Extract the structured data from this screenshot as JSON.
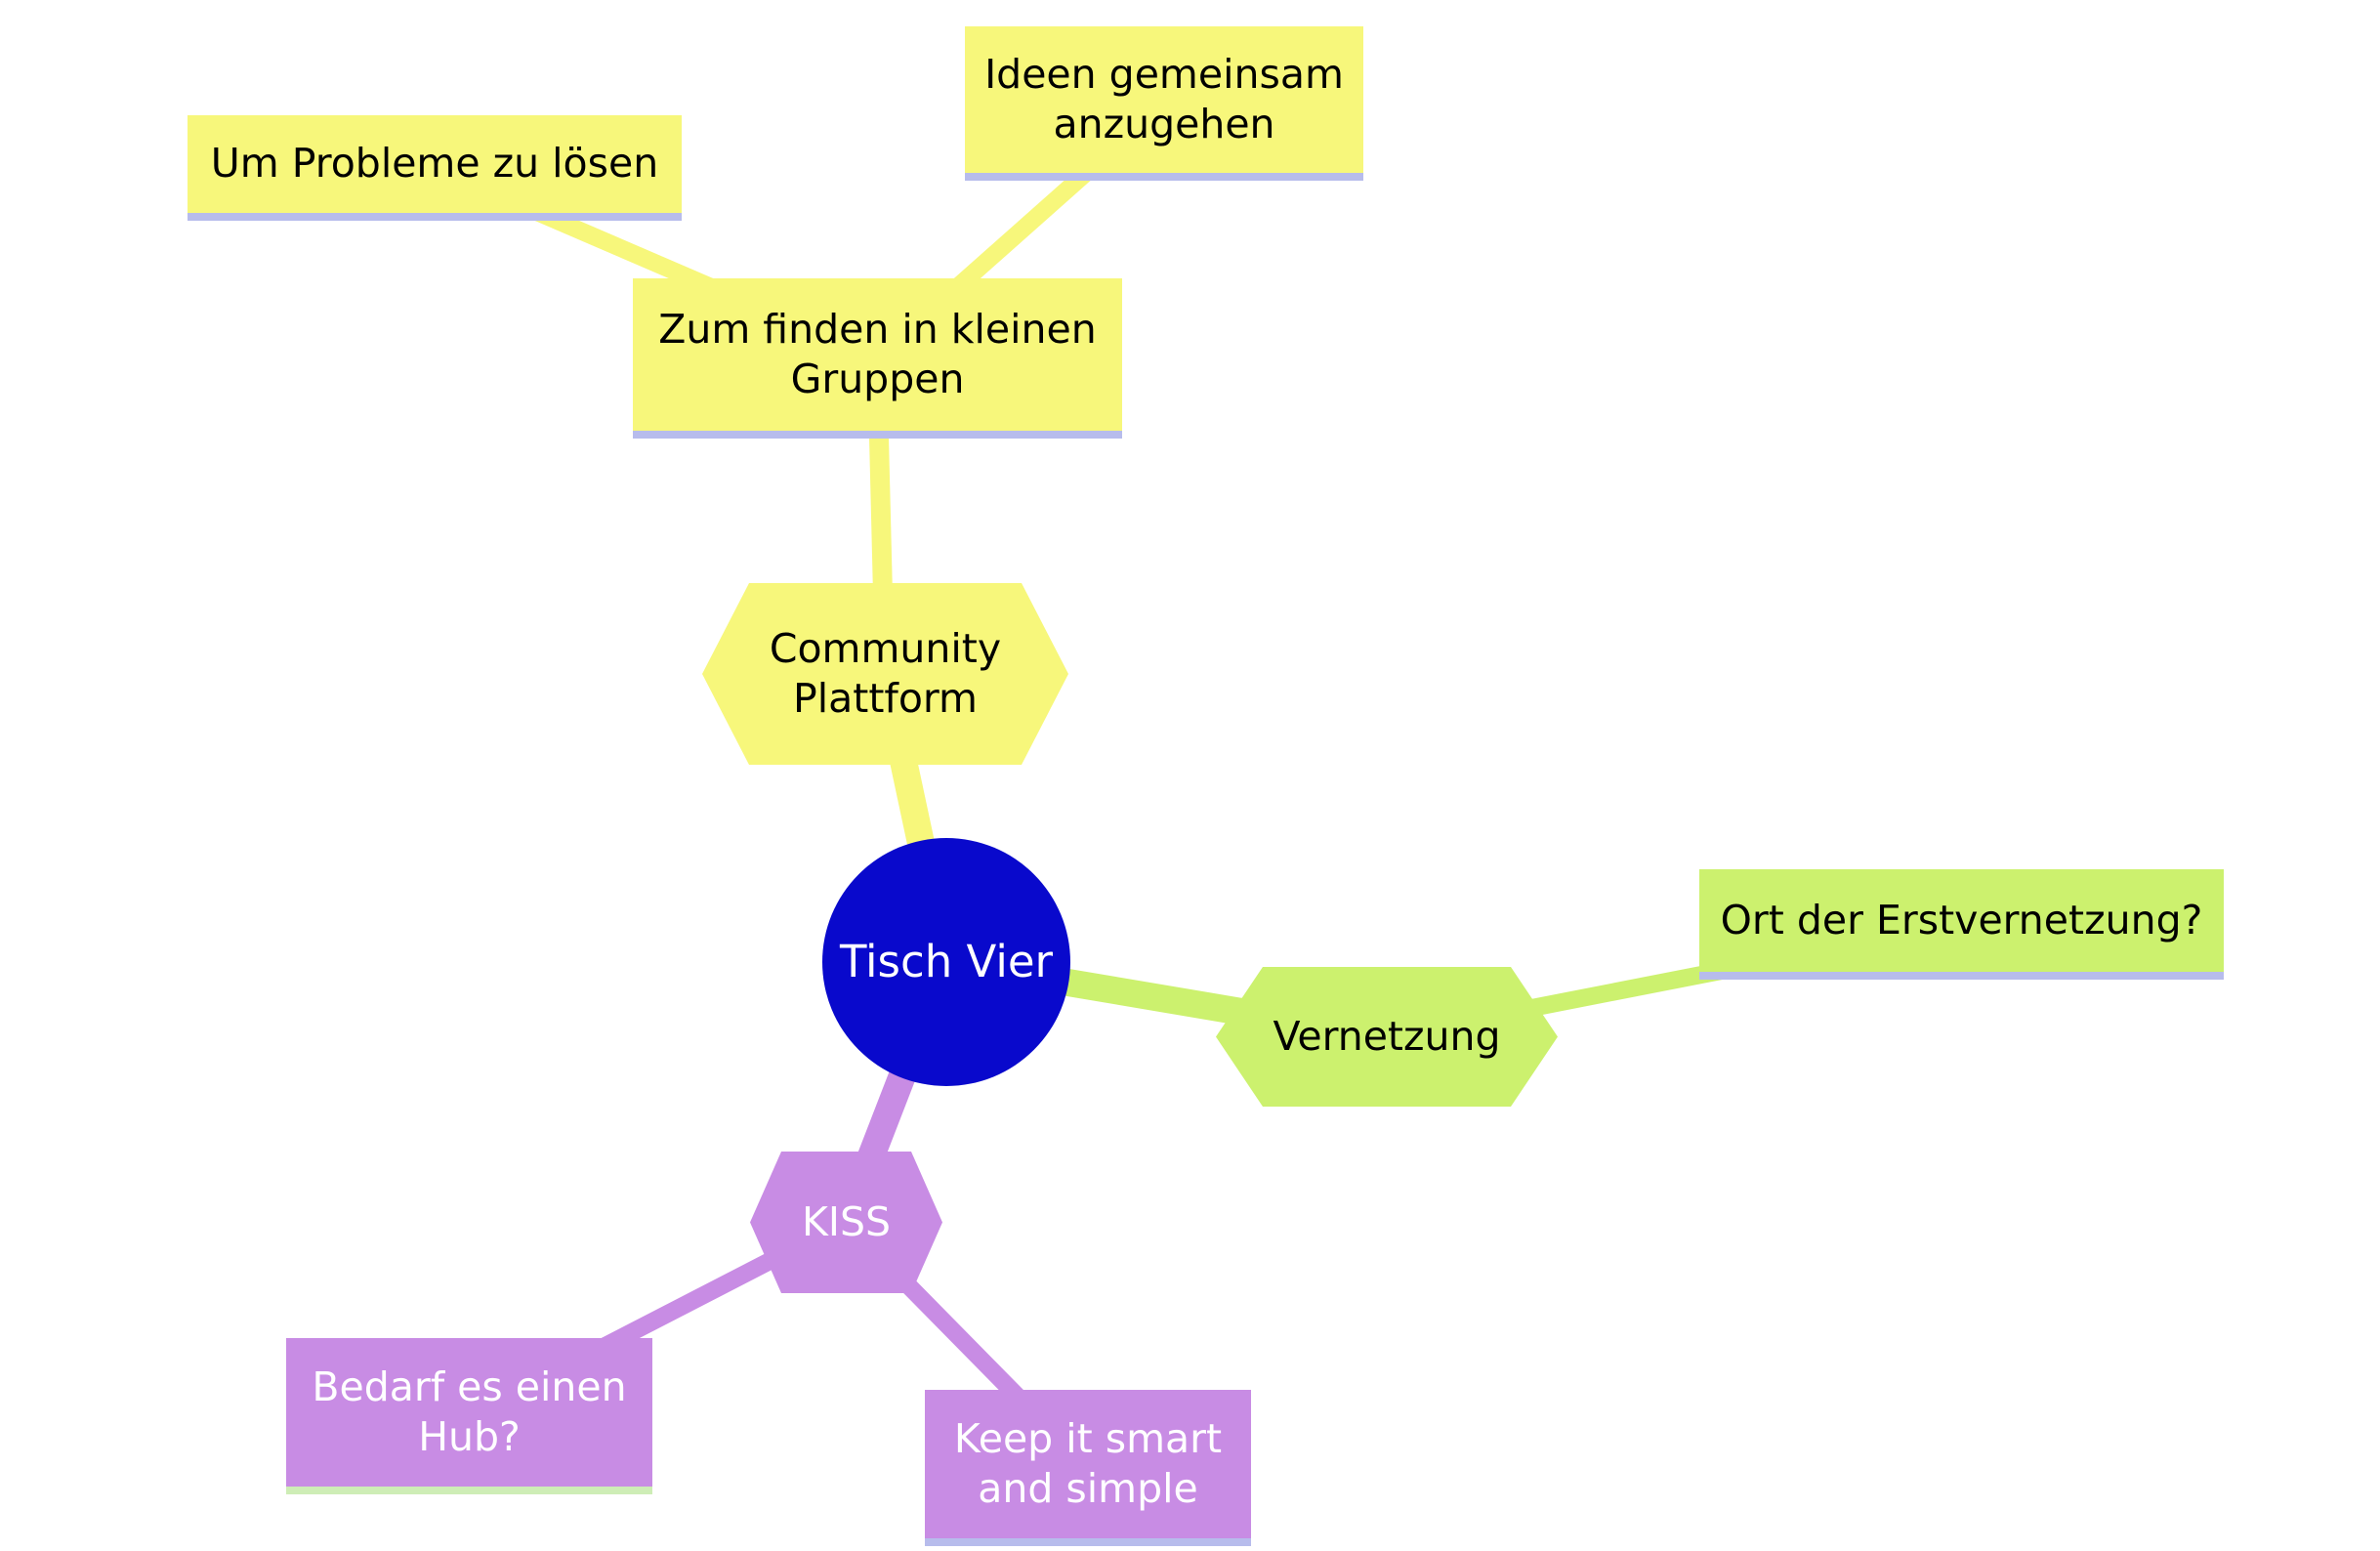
{
  "palette": {
    "branch_yellow": "#f7f77b",
    "branch_green": "#ccf16e",
    "branch_purple": "#c88ce4",
    "root_blue": "#0909cc",
    "underline_lavender": "#b7bcec",
    "underline_pale_green": "#ceedb6",
    "background": "#ffffff"
  },
  "mindmap": {
    "root": {
      "label": "Tisch Vier"
    },
    "branches": {
      "community": {
        "label": "Community Plattform",
        "color": "#f7f77b",
        "children": {
          "zum_finden": {
            "label": "Zum finden in kleinen Gruppen",
            "children": {
              "um_probleme": {
                "label": "Um Probleme zu lösen"
              },
              "ideen": {
                "label": "Ideen gemeinsam anzugehen"
              }
            }
          }
        }
      },
      "vernetzung": {
        "label": "Vernetzung",
        "color": "#ccf16e",
        "children": {
          "ort": {
            "label": "Ort der Erstvernetzung?"
          }
        }
      },
      "kiss": {
        "label": "KISS",
        "color": "#c88ce4",
        "children": {
          "bedarf": {
            "label": "Bedarf es einen Hub?"
          },
          "keep": {
            "label": "Keep it smart and simple"
          }
        }
      }
    }
  }
}
